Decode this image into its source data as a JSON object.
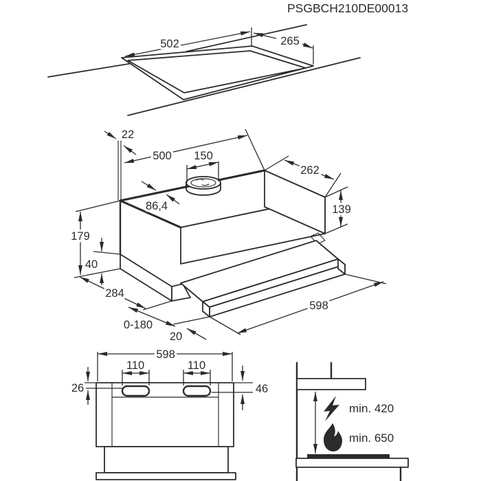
{
  "title": "PSGBCH210DE00013",
  "colors": {
    "line": "#2b2b2b",
    "background": "#ffffff"
  },
  "cutout_view": {
    "width_label": "502",
    "depth_label": "265"
  },
  "iso_view": {
    "wall_gap": "22",
    "body_width": "500",
    "duct_diameter": "150",
    "body_depth": "262",
    "duct_offset": "86,4",
    "body_height": "139",
    "total_height": "179",
    "bottom_height": "40",
    "total_depth": "284",
    "pullout_range": "0-180",
    "visor_lip": "20",
    "front_width": "598"
  },
  "front_view": {
    "overall_width": "598",
    "slot_left_width": "110",
    "slot_right_width": "110",
    "top_offset": "26",
    "slot_offset": "46"
  },
  "clearance_view": {
    "electric_min": "min. 420",
    "gas_min": "min. 650"
  }
}
